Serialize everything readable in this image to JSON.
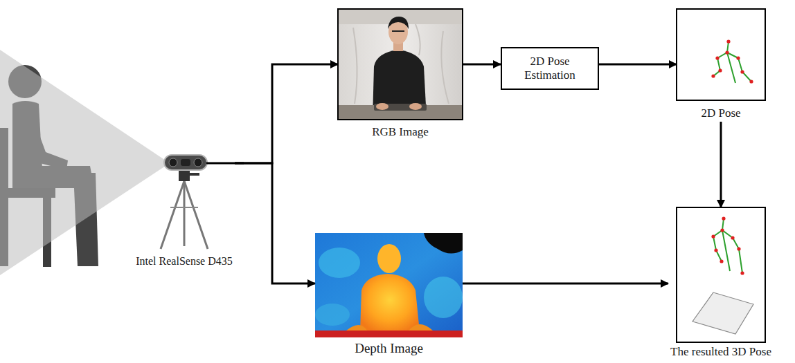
{
  "diagram": {
    "nodes": [
      {
        "text": [
          "Intel RealSense D435"
        ]
      },
      {
        "text": [
          "RGB Image"
        ]
      },
      {
        "text": [
          "2D Pose Estimation"
        ]
      },
      {
        "text": [
          "2D Pose"
        ]
      },
      {
        "text": [
          "Depth Image"
        ]
      },
      {
        "text": [
          "The resulted 3D Pose"
        ]
      }
    ],
    "edges": [
      {
        "from": 0,
        "to": 1,
        "arrow": "to"
      },
      {
        "from": 0,
        "to": 4,
        "arrow": "to"
      },
      {
        "from": 1,
        "to": 2,
        "arrow": "to"
      },
      {
        "from": 2,
        "to": 3,
        "arrow": "to"
      },
      {
        "from": 3,
        "to": 5,
        "arrow": "to"
      },
      {
        "from": 4,
        "to": 5,
        "arrow": "to"
      }
    ]
  }
}
